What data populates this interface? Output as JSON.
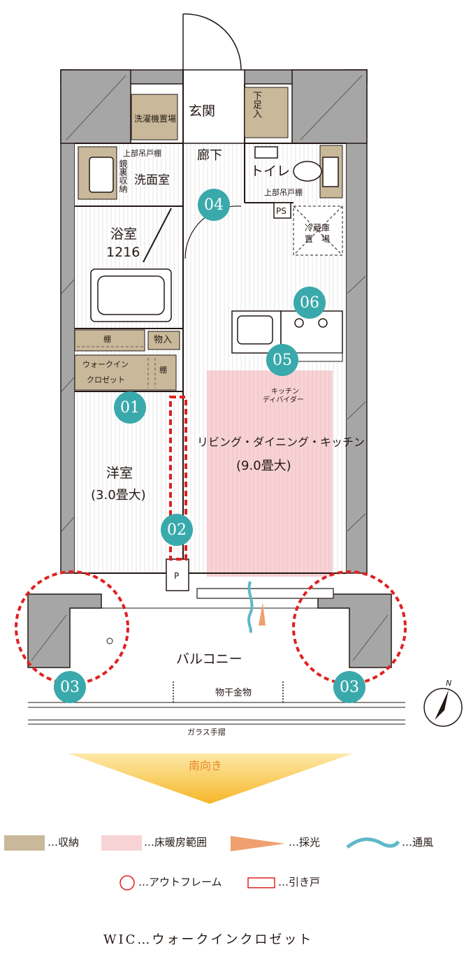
{
  "rooms": {
    "genkan": "玄関",
    "getabako": "下足入",
    "rouka": "廊下",
    "toilet": "トイレ",
    "toilet_shelf": "上部吊戸棚",
    "wash_machine": "洗濯機置場",
    "wash_shelf": "上部吊戸棚",
    "mirror_storage": "鏡裏収納",
    "senmenjo": "洗面室",
    "bath": "浴室",
    "bath_size": "1216",
    "ps": "PS",
    "fridge_line1": "冷蔵庫",
    "fridge_line2": "置　場",
    "shelf": "棚",
    "monoire": "物入",
    "wic_line1": "ウォークイン",
    "wic_line2": "クロゼット",
    "wic_shelf": "棚",
    "western_room": "洋室",
    "western_room_size": "(3.0畳大)",
    "ldk": "リビング・ダイニング・キッチン",
    "ldk_size": "(9.0畳大)",
    "divider_line1": "キッチン",
    "divider_line2": "ディバイダー",
    "p_box": "P",
    "balcony": "バルコニー",
    "drying_hardware": "物干金物",
    "glass_handrail": "ガラス手摺"
  },
  "badges": [
    "01",
    "02",
    "03",
    "03",
    "04",
    "05",
    "06"
  ],
  "compass": {
    "north": "N"
  },
  "orientation": "南向き",
  "legend": {
    "storage": "…収納",
    "floor_heating": "…床暖房範囲",
    "daylight": "…採光",
    "ventilation": "…通風",
    "outframe": "…アウトフレーム",
    "sliding_door": "…引き戸"
  },
  "footnote": "WIC…ウォークインクロゼット",
  "colors": {
    "wall": "#a6a6a6",
    "storage": "#c9b99a",
    "floor_heating": "#f7d3d6",
    "daylight": "#f0a06e",
    "ventilation": "#5fb8c8",
    "badge": "#3aa9ab",
    "outframe": "#e02020",
    "arrow_top": "#fde9a8",
    "arrow_bottom": "#f6b629",
    "orientation_text": "#e8872a"
  }
}
